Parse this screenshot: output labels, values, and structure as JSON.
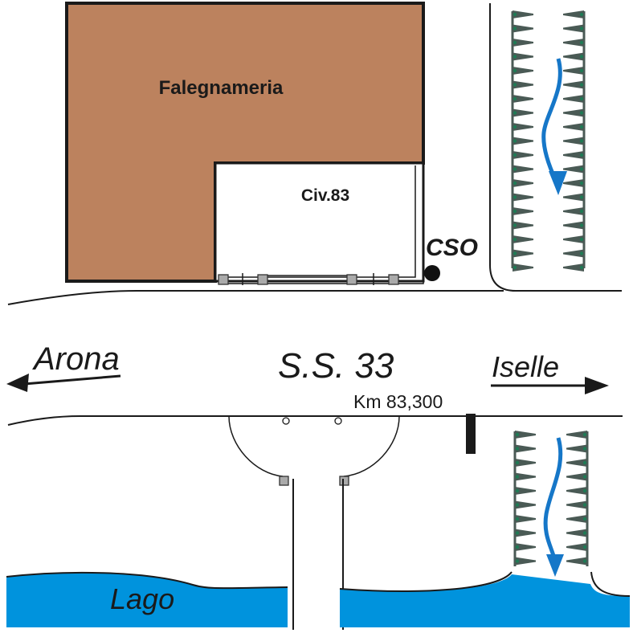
{
  "colors": {
    "building_fill": "#bc825e",
    "water": "#0093dd",
    "flow_arrow": "#1677c8",
    "tree": "#4a5a55",
    "tree_accent": "#1f7a55",
    "device_fill": "#aaaaaa",
    "line": "#1a1a1a"
  },
  "labels": {
    "falegnameria": "Falegnameria",
    "civ": "Civ.83",
    "cso": "CSO",
    "road": "S.S. 33",
    "km": "Km 83,300",
    "arona": "Arona",
    "iselle": "Iselle",
    "lago": "Lago"
  },
  "legend_semantics": {
    "building": "Falegnameria",
    "house": "Civ.83",
    "overflow": "CSO",
    "direction_left": "Arona",
    "direction_right": "Iselle",
    "waterbody": "Lago"
  }
}
